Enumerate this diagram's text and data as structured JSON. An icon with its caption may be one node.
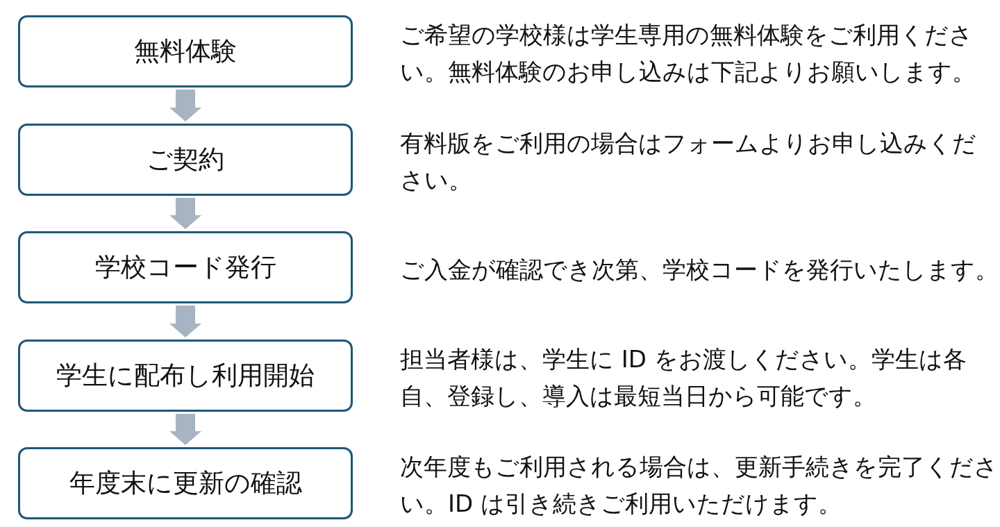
{
  "diagram": {
    "nodes": [
      {
        "text": [
          "無料体験"
        ],
        "beside": [
          "ご希望の学校様は学生専用の無料体験をご利用ください。無料体験のお申し込みは下記よりお願いします。"
        ]
      },
      {
        "text": [
          "ご契約"
        ],
        "beside": [
          "有料版をご利用の場合はフォームよりお申し込みください。"
        ]
      },
      {
        "text": [
          "学校コード発行"
        ],
        "beside": [
          "ご入金が確認でき次第、学校コードを発行いたします。"
        ]
      },
      {
        "text": [
          "学生に配布し利用開始"
        ],
        "beside": [
          "担当者様は、学生に ID をお渡しください。学生は各自、登録し、導入は最短当日から可能です。"
        ]
      },
      {
        "text": [
          "年度末に更新の確認"
        ],
        "beside": [
          "次年度もご利用される場合は、更新手続きを完了ください。ID は引き続きご利用いただけます。"
        ]
      }
    ],
    "edges": [
      {
        "from": 0,
        "to": 1,
        "arrow": "to"
      },
      {
        "from": 1,
        "to": 2,
        "arrow": "to"
      },
      {
        "from": 2,
        "to": 3,
        "arrow": "to"
      },
      {
        "from": 3,
        "to": 4,
        "arrow": "to"
      }
    ]
  }
}
